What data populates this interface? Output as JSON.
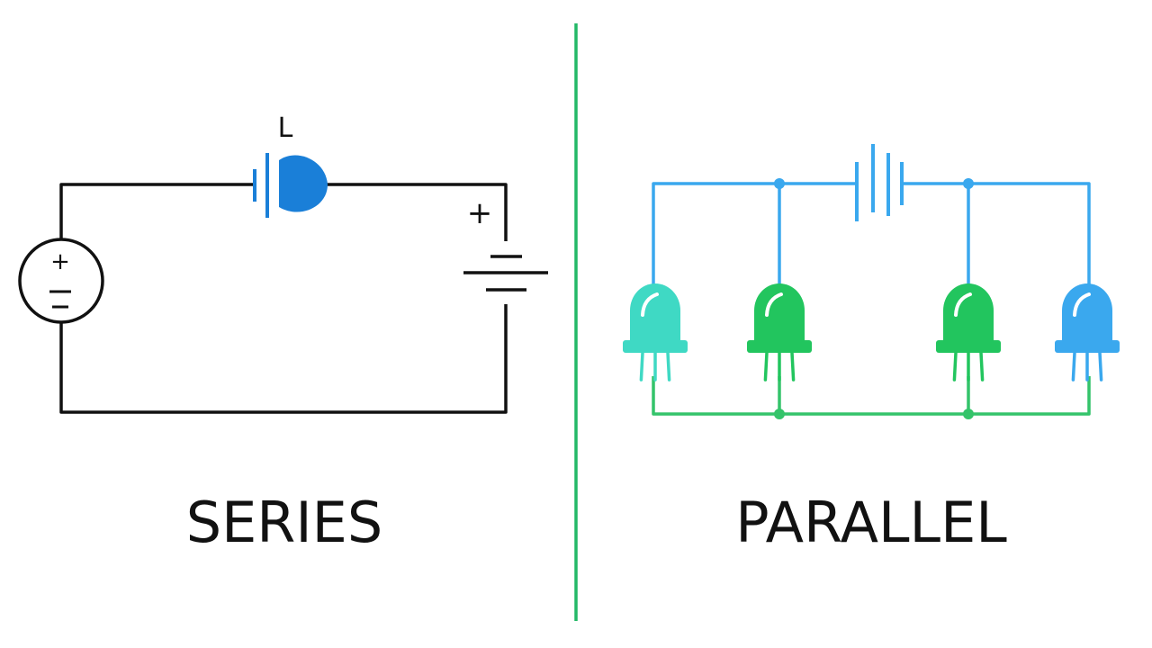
{
  "series": {
    "caption": "SERIES",
    "lamp_label": "L",
    "source_plus": "+",
    "source_minus": "−",
    "battery_plus": "+"
  },
  "parallel": {
    "caption": "PARALLEL",
    "leds": [
      {
        "color": "#3fd9c4"
      },
      {
        "color": "#22c55e"
      },
      {
        "color": "#22c55e"
      },
      {
        "color": "#3aa8ee"
      }
    ]
  },
  "colors": {
    "divider": "#22b867",
    "series_wire": "#111111",
    "lamp": "#1a7fd8",
    "parallel_top_wire": "#3aa8ee",
    "parallel_bottom_wire": "#34c46a"
  }
}
